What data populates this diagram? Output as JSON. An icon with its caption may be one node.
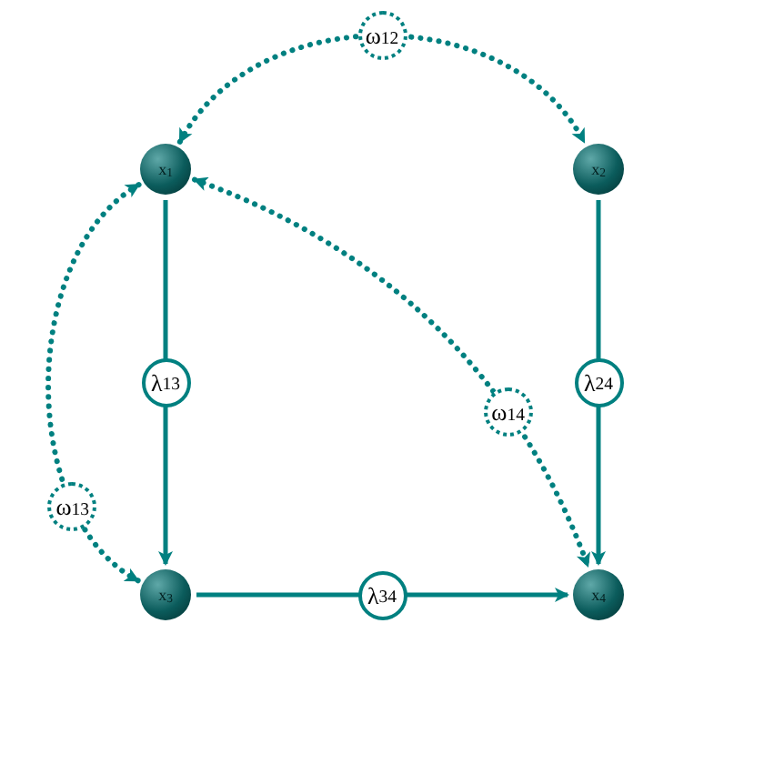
{
  "diagram": {
    "nodes": [
      {
        "text": [
          "x$_{1}$"
        ]
      },
      {
        "text": [
          "x$_{2}$"
        ]
      },
      {
        "text": [
          "x$_{3}$"
        ]
      },
      {
        "text": [
          "x$_{4}$"
        ]
      }
    ],
    "edges": [
      {
        "from": 0,
        "to": 1,
        "arrow": "both",
        "label": "ω$_{12}$",
        "style": "dashed"
      },
      {
        "from": 0,
        "to": 2,
        "arrow": "both",
        "label": "ω$_{13}$",
        "style": "dashed"
      },
      {
        "from": 0,
        "to": 3,
        "arrow": "both",
        "label": "ω$_{14}$",
        "style": "dashed"
      },
      {
        "from": 0,
        "to": 2,
        "arrow": "to",
        "label": "λ$_{13}$"
      },
      {
        "from": 1,
        "to": 3,
        "arrow": "to",
        "label": "λ$_{24}$"
      },
      {
        "from": 2,
        "to": 3,
        "arrow": "to",
        "label": "λ$_{34}$"
      }
    ]
  }
}
